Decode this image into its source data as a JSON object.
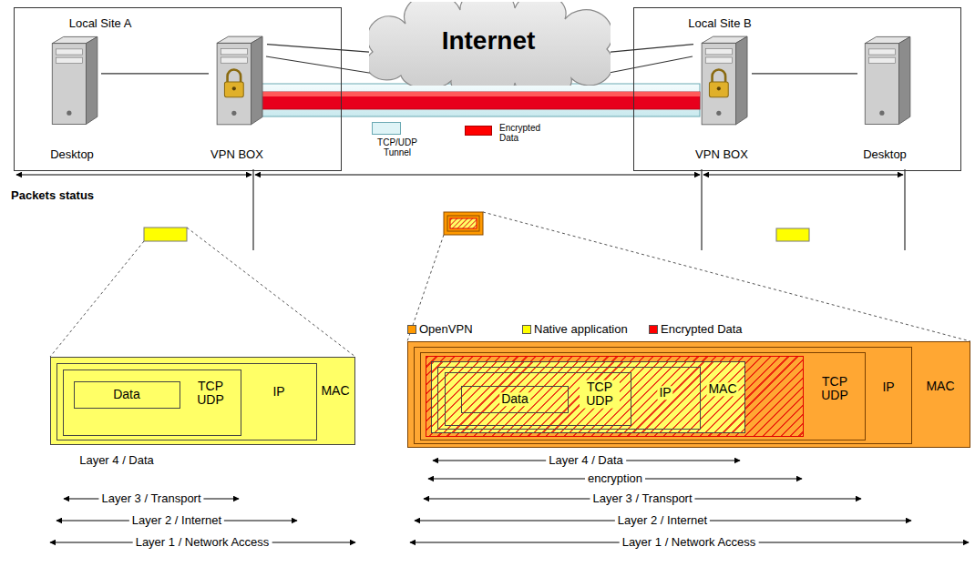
{
  "diagram": {
    "nodes": [
      {
        "text": [
          "Local Site A"
        ]
      },
      {
        "text": [
          "Desktop"
        ],
        "in": 0
      },
      {
        "text": [
          "VPN BOX"
        ],
        "in": 0
      },
      {
        "text": [
          "Internet"
        ]
      },
      {
        "text": [
          "Local Site B"
        ]
      },
      {
        "text": [
          "VPN BOX"
        ],
        "in": 4
      },
      {
        "text": [
          "Desktop"
        ],
        "in": 4
      },
      {
        "text": [
          "MAC"
        ]
      },
      {
        "text": [
          "IP"
        ],
        "in": 7
      },
      {
        "text": [
          "TCP UDP"
        ],
        "in": 8
      },
      {
        "text": [
          "Data"
        ],
        "in": 9
      },
      {
        "text": [
          "MAC"
        ]
      },
      {
        "text": [
          "IP"
        ],
        "in": 11
      },
      {
        "text": [
          "TCP UDP"
        ],
        "in": 12
      },
      {
        "text": [
          "MAC"
        ],
        "in": 13
      },
      {
        "text": [
          "IP"
        ],
        "in": 14
      },
      {
        "text": [
          "TCP UDP"
        ],
        "in": 15
      },
      {
        "text": [
          "Data"
        ],
        "in": 16
      }
    ],
    "edges": [
      {
        "from": 1,
        "to": 2,
        "arrow": "none"
      },
      {
        "from": 2,
        "to": 3,
        "arrow": "none"
      },
      {
        "from": 3,
        "to": 5,
        "arrow": "none"
      },
      {
        "from": 5,
        "to": 6,
        "arrow": "none"
      }
    ],
    "labels": [
      "Packets status",
      "Layer 4 / Data",
      "Layer 3 / Transport",
      "Layer 2 / Internet",
      "Layer 1 / Network Access",
      "Layer 4 / Data",
      "encryption",
      "Layer 3 / Transport",
      "Layer 2 / Internet",
      "Layer 1 / Network Access"
    ],
    "legend": [
      {
        "text": "TCP/UDP Tunnel",
        "color": "#dff4f7"
      },
      {
        "text": "Encrypted Data",
        "color": "#ff0000"
      },
      {
        "text": "OpenVPN",
        "color": "#ff9900"
      },
      {
        "text": "Native application",
        "color": "#ffff00"
      },
      {
        "text": "Encrypted Data",
        "color": "#ff0000"
      }
    ]
  }
}
